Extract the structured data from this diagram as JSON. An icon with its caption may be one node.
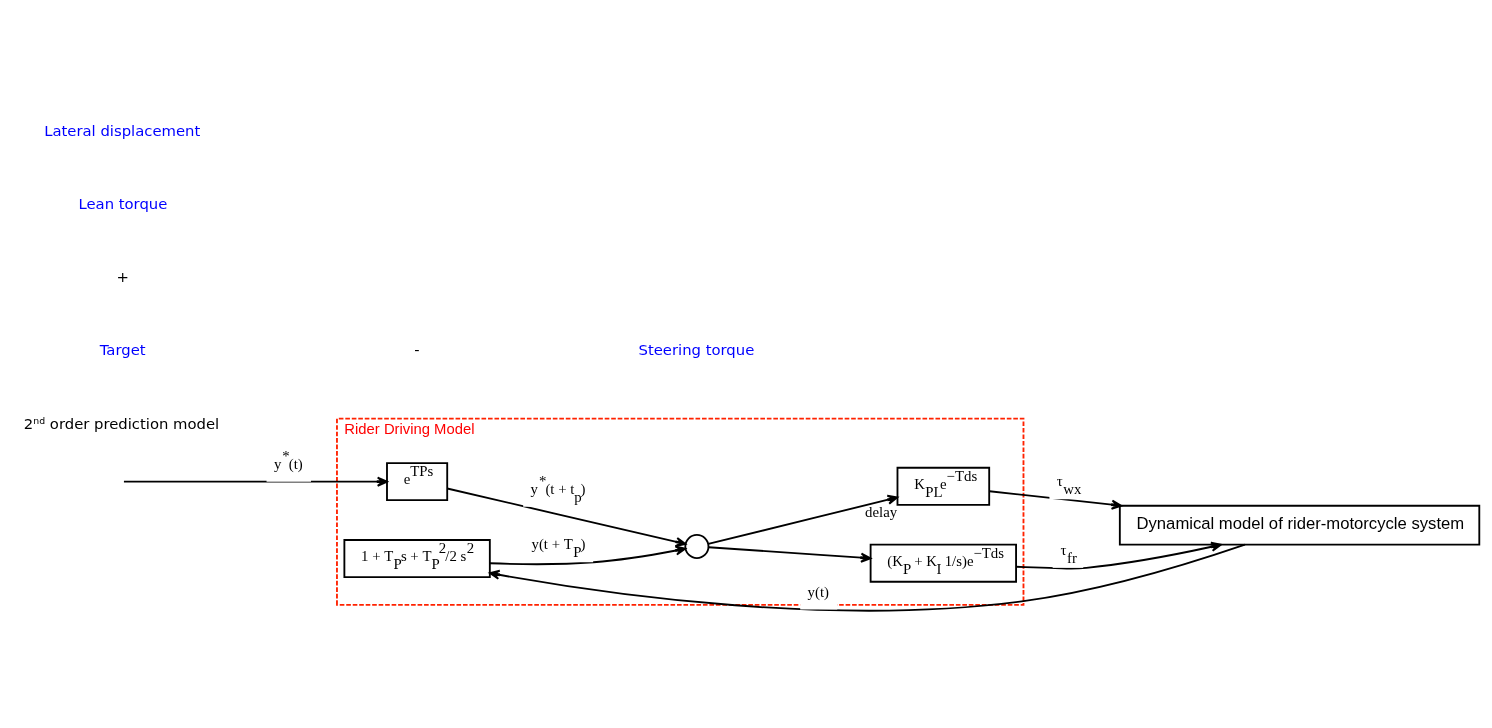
{
  "diagram": {
    "nodes": [
      {
        "text": [
          "Rider Driving Model"
        ]
      },
      {
        "text": [
          "e$^{TPs}$"
        ],
        "in": 0
      },
      {
        "text": [],
        "shape": "circle",
        "in": 0
      },
      {
        "text": [
          "K$_{PL}$e$^{−Tds}$"
        ],
        "beside": [
          "delay"
        ],
        "in": 0
      },
      {
        "text": [
          "(K$_{P}$ + K$_{I}$ 1/s)e$^{−Tds}$"
        ],
        "in": 0
      },
      {
        "text": [
          "1 + T$_{P}$s + T$_{P}$$^{2}$/2 s$^{2}$"
        ],
        "in": 0
      },
      {
        "text": [
          "Dynamical model of rider-motorcycle system"
        ]
      }
    ],
    "edges": [
      {
        "from": null,
        "to": 1,
        "arrow": "to",
        "label": "y$^{*}$(t)"
      },
      {
        "from": 1,
        "to": 2,
        "arrow": "to",
        "label": "y$^{*}$(t + t$_{p}$)"
      },
      {
        "from": 5,
        "to": 2,
        "arrow": "to",
        "label": "y(t + T$_{P}$)"
      },
      {
        "from": 2,
        "to": 3,
        "arrow": "to"
      },
      {
        "from": 2,
        "to": 4,
        "arrow": "to"
      },
      {
        "from": 3,
        "to": 6,
        "arrow": "to",
        "label": "τ$_{wx}$"
      },
      {
        "from": 4,
        "to": 6,
        "arrow": "to",
        "label": "τ$_{fr}$"
      },
      {
        "from": 6,
        "to": 5,
        "arrow": "to",
        "label": "y(t)"
      }
    ],
    "labels": [
      "2ⁿᵈ order prediction model",
      "Target",
      "+",
      "-",
      "Lean torque",
      "Steering torque",
      "Lateral displacement"
    ]
  }
}
